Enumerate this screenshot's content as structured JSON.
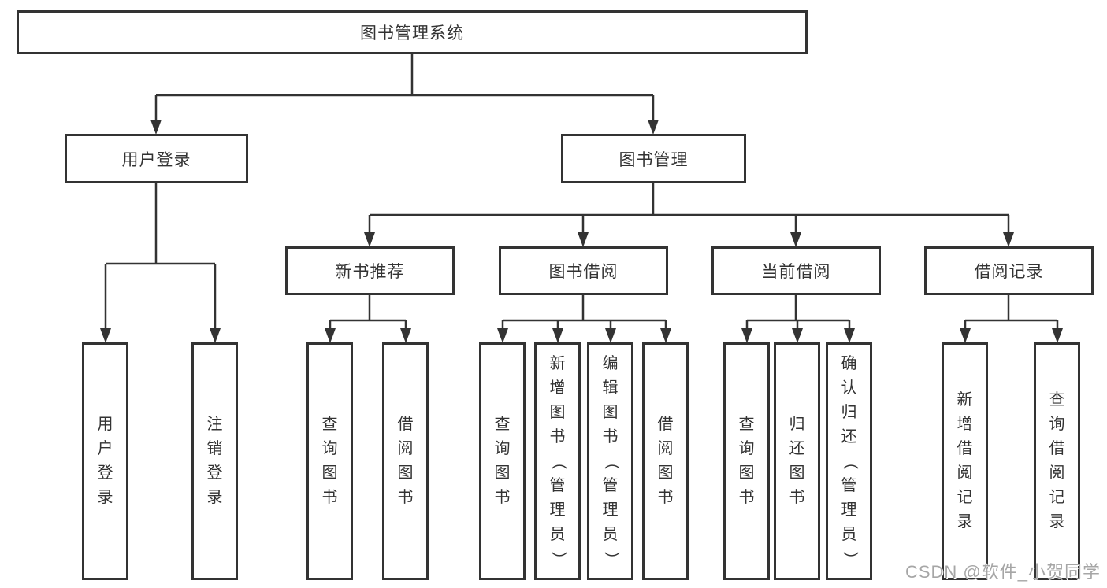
{
  "diagram": {
    "root": "图书管理系统",
    "level2": {
      "user_login": "用户登录",
      "book_mgmt": "图书管理"
    },
    "level3": {
      "new_book_rec": "新书推荐",
      "book_borrow": "图书借阅",
      "current_borrow": "当前借阅",
      "borrow_record": "借阅记录"
    },
    "leaves": [
      "用户登录",
      "注销登录",
      "查询图书",
      "借阅图书",
      "查询图书",
      "新增图书（管理员）",
      "编辑图书（管理员）",
      "借阅图书",
      "查询图书",
      "归还图书",
      "确认归还（管理员）",
      "新增借阅记录",
      "查询借阅记录"
    ],
    "hierarchy": {
      "图书管理系统": [
        "用户登录",
        "图书管理"
      ],
      "用户登录": [
        "用户登录",
        "注销登录"
      ],
      "图书管理": [
        "新书推荐",
        "图书借阅",
        "当前借阅",
        "借阅记录"
      ],
      "新书推荐": [
        "查询图书",
        "借阅图书"
      ],
      "图书借阅": [
        "查询图书",
        "新增图书（管理员）",
        "编辑图书（管理员）",
        "借阅图书"
      ],
      "当前借阅": [
        "查询图书",
        "归还图书",
        "确认归还（管理员）"
      ],
      "借阅记录": [
        "新增借阅记录",
        "查询借阅记录"
      ]
    }
  },
  "watermark": "CSDN @软件_小贺同学",
  "colors": {
    "line": "#333333",
    "text": "#333333",
    "box_bg": "#ffffff",
    "page_bg": "#ffffff",
    "watermark": "#a6a6a6"
  }
}
